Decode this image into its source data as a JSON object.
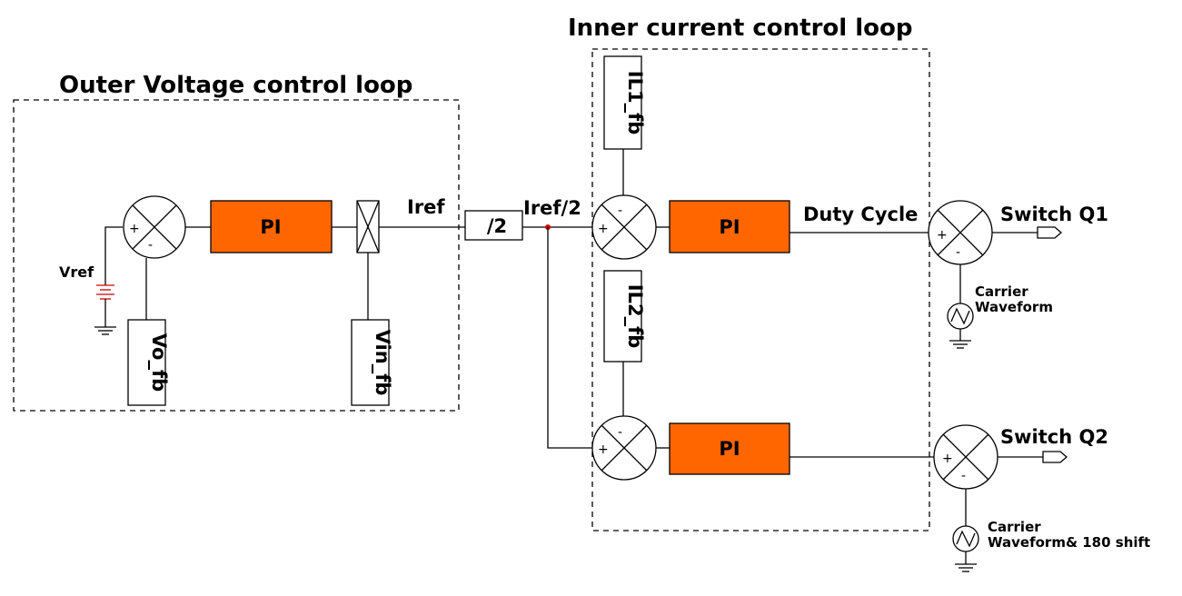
{
  "titles": {
    "outer_loop": "Outer Voltage control loop",
    "inner_loop": "Inner current control loop"
  },
  "labels": {
    "vref": "Vref",
    "iref": "Iref",
    "iref_half": "Iref/2",
    "duty_cycle": "Duty Cycle",
    "switch_q1": "Switch Q1",
    "switch_q2": "Switch Q2",
    "carrier1_line1": "Carrier",
    "carrier1_line2": "Waveform",
    "carrier2_line1": "Carrier",
    "carrier2_line2": "Waveform& 180 shift"
  },
  "blocks": {
    "pi_outer": "PI",
    "pi_inner_1": "PI",
    "pi_inner_2": "PI",
    "divider": "/2",
    "vo_fb": "Vo_fb",
    "vin_fb": "Vin_fb",
    "il1_fb": "IL1_fb",
    "il2_fb": "IL2_fb"
  },
  "signs": {
    "plus": "+",
    "minus": "-"
  },
  "colors": {
    "pi_block": "#ff6600",
    "wire": "#000000",
    "junction": "#cc0000",
    "battery": "#cc0000"
  }
}
